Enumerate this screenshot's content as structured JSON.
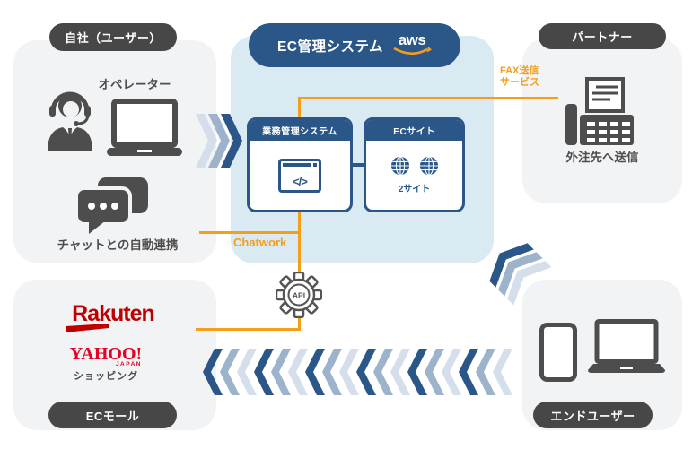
{
  "badges": {
    "own": "自社（ユーザー）",
    "partner": "パートナー",
    "mall": "ECモール",
    "enduser": "エンドユーザー"
  },
  "center": {
    "title": "EC管理システム",
    "aws": "aws",
    "biz_title": "業務管理システム",
    "biz_icon": "</>",
    "ec_title": "ECサイト",
    "ec_caption": "2サイト"
  },
  "own": {
    "operator": "オペレーター",
    "chat": "チャットとの自動連携"
  },
  "partner": {
    "caption": "外注先へ送信"
  },
  "mall": {
    "rakuten": "Rakuten",
    "yahoo": "YAHOO!",
    "yahoo_japan": "JAPAN",
    "yahoo_shopping": "ショッピング"
  },
  "links": {
    "fax_line1": "FAX送信",
    "fax_line2": "サービス",
    "chatwork": "Chatwork",
    "api": "API"
  },
  "colors": {
    "navy": "#2a5788",
    "panel_blue": "#d9eaf3",
    "panel_gray": "#f2f3f4",
    "badge_gray": "#474747",
    "orange": "#f59e1c",
    "icon_gray": "#4d4d4d",
    "rakuten_red": "#bf0000",
    "yahoo_red": "#e60023",
    "chevron_mid": "#9db3cc",
    "chevron_light": "#d5dfeb"
  }
}
